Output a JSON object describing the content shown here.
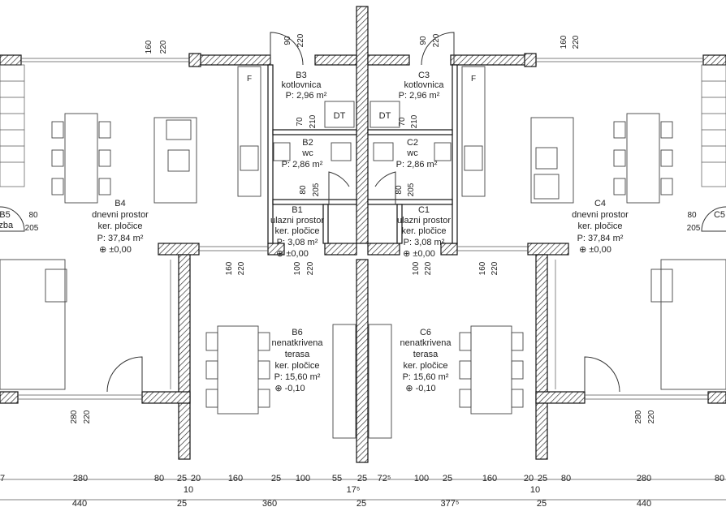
{
  "rooms": [
    {
      "id": "B3",
      "name": "kotlovnica",
      "area": "P: 2,96 m²"
    },
    {
      "id": "C3",
      "name": "kotlovnica",
      "area": "P: 2,96 m²"
    },
    {
      "id": "B2",
      "name": "wc",
      "area": "P: 2,86 m²"
    },
    {
      "id": "C2",
      "name": "wc",
      "area": "P: 2,86 m²"
    },
    {
      "id": "B4",
      "name": "dnevni prostor",
      "floor": "ker. pločice",
      "area": "P: 37,84 m²",
      "level": "⊕ ±0,00"
    },
    {
      "id": "C4",
      "name": "dnevni prostor",
      "floor": "ker. pločice",
      "area": "P: 37,84 m²",
      "level": "⊕ ±0,00"
    },
    {
      "id": "B1",
      "name": "ulazni prostor",
      "floor": "ker. pločice",
      "area": "P: 3,08 m²",
      "level": "⊕ ±0,00"
    },
    {
      "id": "C1",
      "name": "ulazni prostor",
      "floor": "ker. pločice",
      "area": "P: 3,08 m²",
      "level": "⊕ ±0,00"
    },
    {
      "id": "B6",
      "name": "nenatkrivena",
      "name2": "terasa",
      "floor": "ker. pločice",
      "area": "P: 15,60 m²",
      "level": "⊕ -0,10"
    },
    {
      "id": "C6",
      "name": "nenatkrivena",
      "name2": "terasa",
      "floor": "ker. pločice",
      "area": "P: 15,60 m²",
      "level": "⊕ -0,10"
    },
    {
      "id": "B5",
      "name": "izba"
    },
    {
      "id": "C5"
    }
  ],
  "labels": {
    "dt": "DT",
    "fridge": "F"
  },
  "openings": {
    "w160": "160",
    "h220": "220",
    "w90": "90",
    "w70": "70",
    "h210": "210",
    "w80": "80",
    "h205": "205",
    "w100": "100",
    "w280": "280"
  },
  "dims_row1": [
    "7",
    "280",
    "80",
    "25",
    "20",
    "160",
    "25",
    "100",
    "55",
    "25",
    "72⁵",
    "100",
    "25",
    "160",
    "20",
    "25",
    "80",
    "280",
    "80"
  ],
  "dims_row1_sub": [
    "10",
    "17⁵",
    "10"
  ],
  "dims_row2": [
    "440",
    "25",
    "360",
    "25",
    "377⁵",
    "25",
    "440"
  ]
}
